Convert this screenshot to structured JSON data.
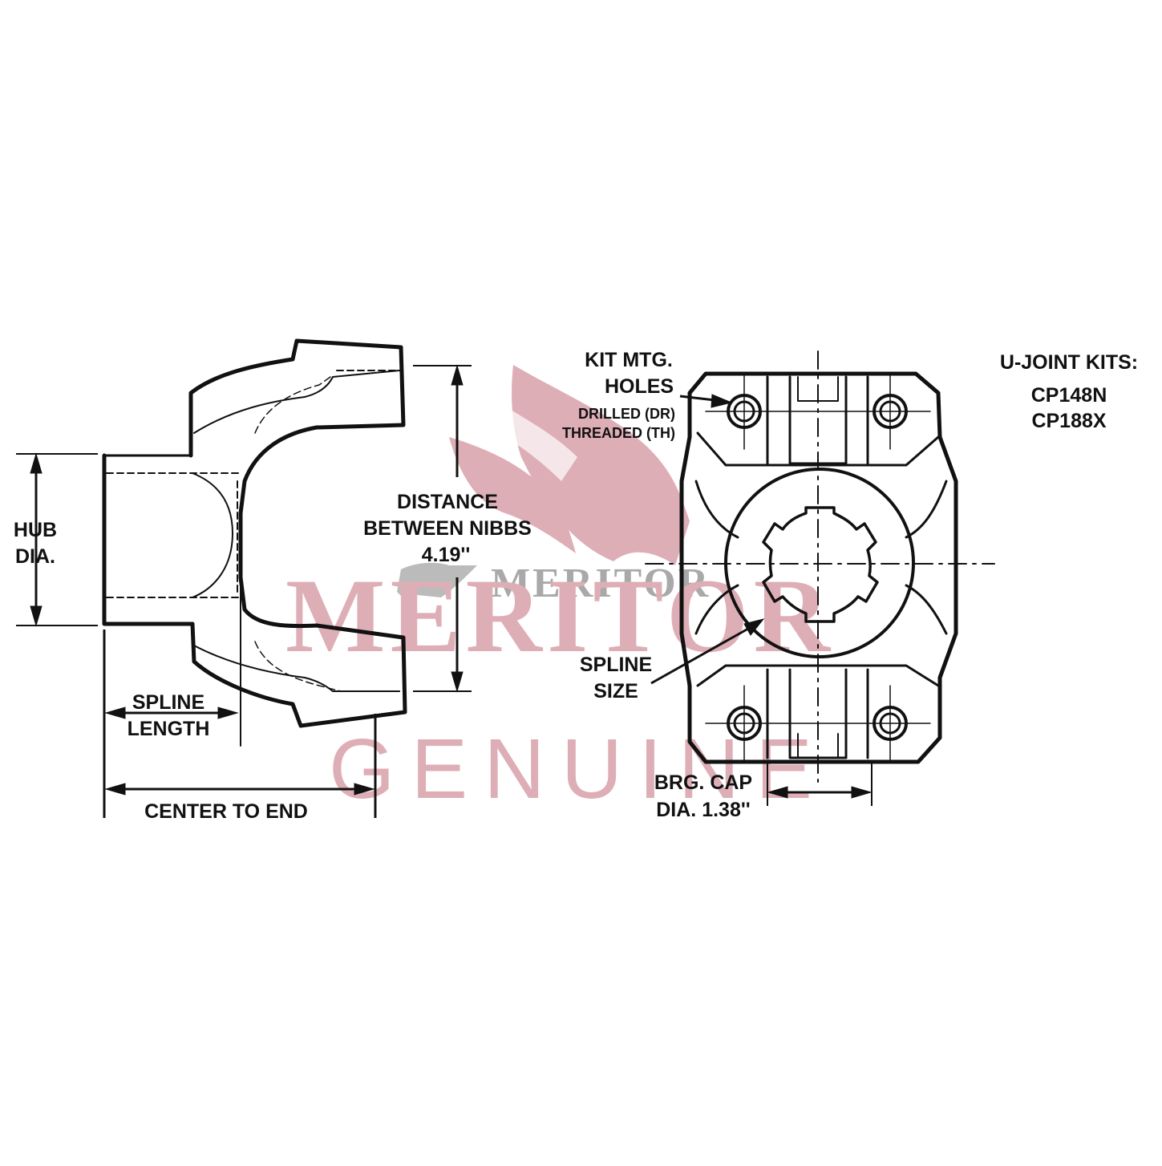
{
  "labels": {
    "hub_dia_line1": "HUB",
    "hub_dia_line2": "DIA.",
    "distance_line1": "DISTANCE",
    "distance_line2": "BETWEEN NIBBS",
    "distance_value": "4.19''",
    "spline_length_line1": "SPLINE",
    "spline_length_line2": "LENGTH",
    "center_to_end": "CENTER TO END",
    "kit_mtg_line1": "KIT MTG.",
    "kit_mtg_line2": "HOLES",
    "drilled": "DRILLED (DR)",
    "threaded": "THREADED (TH)",
    "spline_size_line1": "SPLINE",
    "spline_size_line2": "SIZE",
    "brg_cap_line1": "BRG. CAP",
    "brg_cap_line2": "DIA. 1.38''"
  },
  "ujoint_kits": {
    "heading": "U-JOINT KITS:",
    "items": [
      "CP148N",
      "CP188X"
    ]
  },
  "watermark": {
    "brand_big": "MERITOR",
    "brand_small": "MERITOR",
    "genuine": "GENUINE",
    "color": "#d9a0aa",
    "logo_gray": "#9a9a9a"
  }
}
